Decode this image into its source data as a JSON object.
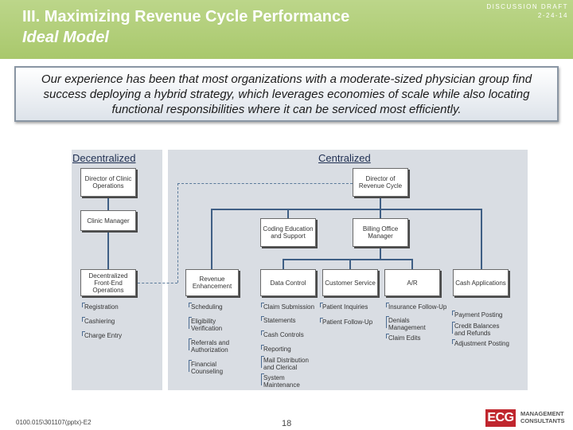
{
  "header": {
    "title_line1": "III.  Maximizing Revenue Cycle Performance",
    "title_line2": "Ideal Model",
    "draft_label": "DISCUSSION DRAFT",
    "draft_date": "2-24-14"
  },
  "callout_text": "Our experience has been that most organizations with a moderate-sized physician group find success deploying a hybrid strategy, which leverages economies of scale while also locating functional responsibilities where it can be serviced most efficiently.",
  "columns": {
    "decentralized": "Decentralized",
    "centralized": "Centralized"
  },
  "nodes": {
    "director_clinic": "Director of Clinic Operations",
    "clinic_manager": "Clinic Manager",
    "decentralized_front_end": "Decentralized Front-End Operations",
    "director_revenue": "Director of Revenue Cycle",
    "coding_education": "Coding Education and Support",
    "billing_office": "Billing Office Manager",
    "revenue_enhancement": "Revenue Enhancement",
    "data_control": "Data Control",
    "customer_service": "Customer Service",
    "ar": "A/R",
    "cash_applications": "Cash Applications"
  },
  "lists": {
    "decentralized_front_end": [
      "Registration",
      "Cashiering",
      "Charge Entry"
    ],
    "revenue_enhancement": [
      "Scheduling",
      "Eligibility Verification",
      "Referrals and Authorization",
      "Financial Counseling"
    ],
    "data_control": [
      "Claim Submission",
      "Statements",
      "Cash Controls",
      "Reporting",
      "Mail Distribution and Clerical",
      "System Maintenance"
    ],
    "customer_service": [
      "Patient Inquiries",
      "Patient Follow-Up"
    ],
    "ar": [
      "Insurance Follow-Up",
      "Denials Management",
      "Claim Edits"
    ],
    "cash_applications": [
      "Payment Posting",
      "Credit Balances and Refunds",
      "Adjustment Posting"
    ]
  },
  "footer": {
    "doc_id": "0100.015\\301107(pptx)-E2",
    "page_number": "18",
    "logo_text": "ECG",
    "logo_line1": "MANAGEMENT",
    "logo_line2": "CONSULTANTS"
  },
  "colors": {
    "header_green": "#a9c86c",
    "panel_gray": "#d9dde3",
    "connector_blue": "#3f5f85",
    "logo_red": "#c0262e"
  }
}
